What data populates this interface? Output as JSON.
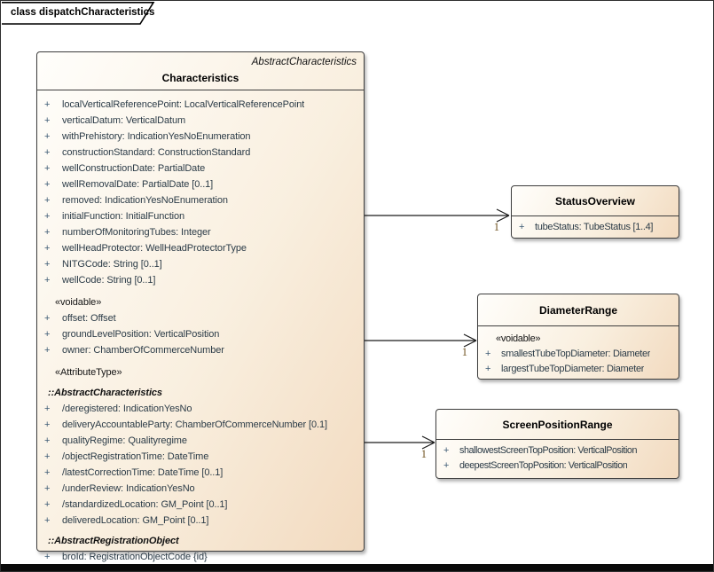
{
  "frame": {
    "title": "class dispatchCharacteristics"
  },
  "colors": {
    "fill_top": "#fffefb",
    "fill_bottom": "#f2dabf",
    "box_border": "#3d3d3d",
    "attr_text": "#2b3b47",
    "visibility_sign": "#3c5a74",
    "multiplicity_text": "#6f5320"
  },
  "characteristics": {
    "stereotype": "AbstractCharacteristics",
    "name": "Characteristics",
    "rows": [
      {
        "kind": "attr",
        "vis": "+",
        "text": "localVerticalReferencePoint: LocalVerticalReferencePoint"
      },
      {
        "kind": "attr",
        "vis": "+",
        "text": "verticalDatum: VerticalDatum"
      },
      {
        "kind": "attr",
        "vis": "+",
        "text": "withPrehistory: IndicationYesNoEnumeration"
      },
      {
        "kind": "attr",
        "vis": "+",
        "text": "constructionStandard: ConstructionStandard"
      },
      {
        "kind": "attr",
        "vis": "+",
        "text": "wellConstructionDate: PartialDate"
      },
      {
        "kind": "attr",
        "vis": "+",
        "text": "wellRemovalDate: PartialDate [0..1]"
      },
      {
        "kind": "attr",
        "vis": "+",
        "text": "removed: IndicationYesNoEnumeration"
      },
      {
        "kind": "attr",
        "vis": "+",
        "text": "initialFunction: InitialFunction"
      },
      {
        "kind": "attr",
        "vis": "+",
        "text": "numberOfMonitoringTubes: Integer"
      },
      {
        "kind": "attr",
        "vis": "+",
        "text": "wellHeadProtector: WellHeadProtectorType"
      },
      {
        "kind": "attr",
        "vis": "+",
        "text": "NITGCode: String [0..1]"
      },
      {
        "kind": "attr",
        "vis": "+",
        "text": "wellCode: String [0..1]"
      },
      {
        "kind": "stereo",
        "text": "«voidable»"
      },
      {
        "kind": "attr",
        "vis": "+",
        "text": "offset: Offset"
      },
      {
        "kind": "attr",
        "vis": "+",
        "text": "groundLevelPosition: VerticalPosition"
      },
      {
        "kind": "attr",
        "vis": "+",
        "text": "owner: ChamberOfCommerceNumber"
      },
      {
        "kind": "stereo",
        "text": "«AttributeType»"
      },
      {
        "kind": "section",
        "text": "::AbstractCharacteristics"
      },
      {
        "kind": "attr",
        "vis": "+",
        "text": "/deregistered: IndicationYesNo"
      },
      {
        "kind": "attr",
        "vis": "+",
        "text": "deliveryAccountableParty: ChamberOfCommerceNumber [0.1]"
      },
      {
        "kind": "attr",
        "vis": "+",
        "text": "qualityRegime: Qualityregime"
      },
      {
        "kind": "attr",
        "vis": "+",
        "text": "/objectRegistrationTime: DateTime"
      },
      {
        "kind": "attr",
        "vis": "+",
        "text": "/latestCorrectionTime: DateTime [0..1]"
      },
      {
        "kind": "attr",
        "vis": "+",
        "text": "/underReview: IndicationYesNo"
      },
      {
        "kind": "attr",
        "vis": "+",
        "text": "/standardizedLocation: GM_Point [0..1]"
      },
      {
        "kind": "attr",
        "vis": "+",
        "text": "deliveredLocation: GM_Point [0..1]"
      },
      {
        "kind": "section",
        "text": "::AbstractRegistrationObject"
      },
      {
        "kind": "attr",
        "vis": "+",
        "text": "broId: RegistrationObjectCode {id}"
      }
    ]
  },
  "status_overview": {
    "name": "StatusOverview",
    "rows": [
      {
        "kind": "attr",
        "vis": "+",
        "text": "tubeStatus: TubeStatus [1..4]"
      }
    ]
  },
  "diameter_range": {
    "name": "DiameterRange",
    "rows": [
      {
        "kind": "stereo",
        "text": "«voidable»"
      },
      {
        "kind": "attr",
        "vis": "+",
        "text": "smallestTubeTopDiameter: Diameter"
      },
      {
        "kind": "attr",
        "vis": "+",
        "text": "largestTubeTopDiameter: Diameter"
      }
    ]
  },
  "screen_position_range": {
    "name": "ScreenPositionRange",
    "rows": [
      {
        "kind": "attr",
        "vis": "+",
        "text": "shallowestScreenTopPosition: VerticalPosition"
      },
      {
        "kind": "attr",
        "vis": "+",
        "text": "deepestScreenTopPosition: VerticalPosition"
      }
    ]
  },
  "associations": [
    {
      "target": "StatusOverview",
      "multiplicity": "1"
    },
    {
      "target": "DiameterRange",
      "multiplicity": "1"
    },
    {
      "target": "ScreenPositionRange",
      "multiplicity": "1"
    }
  ]
}
